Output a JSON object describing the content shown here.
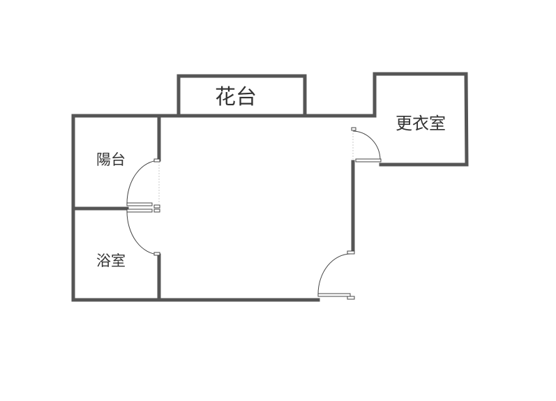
{
  "rooms": {
    "planter": {
      "label": "花台"
    },
    "closet": {
      "label": "更衣室"
    },
    "balcony": {
      "label": "陽台"
    },
    "bathroom": {
      "label": "浴室"
    }
  },
  "colors": {
    "wall": "#555555",
    "door": "#444444",
    "text": "#333333",
    "background": "#ffffff"
  }
}
